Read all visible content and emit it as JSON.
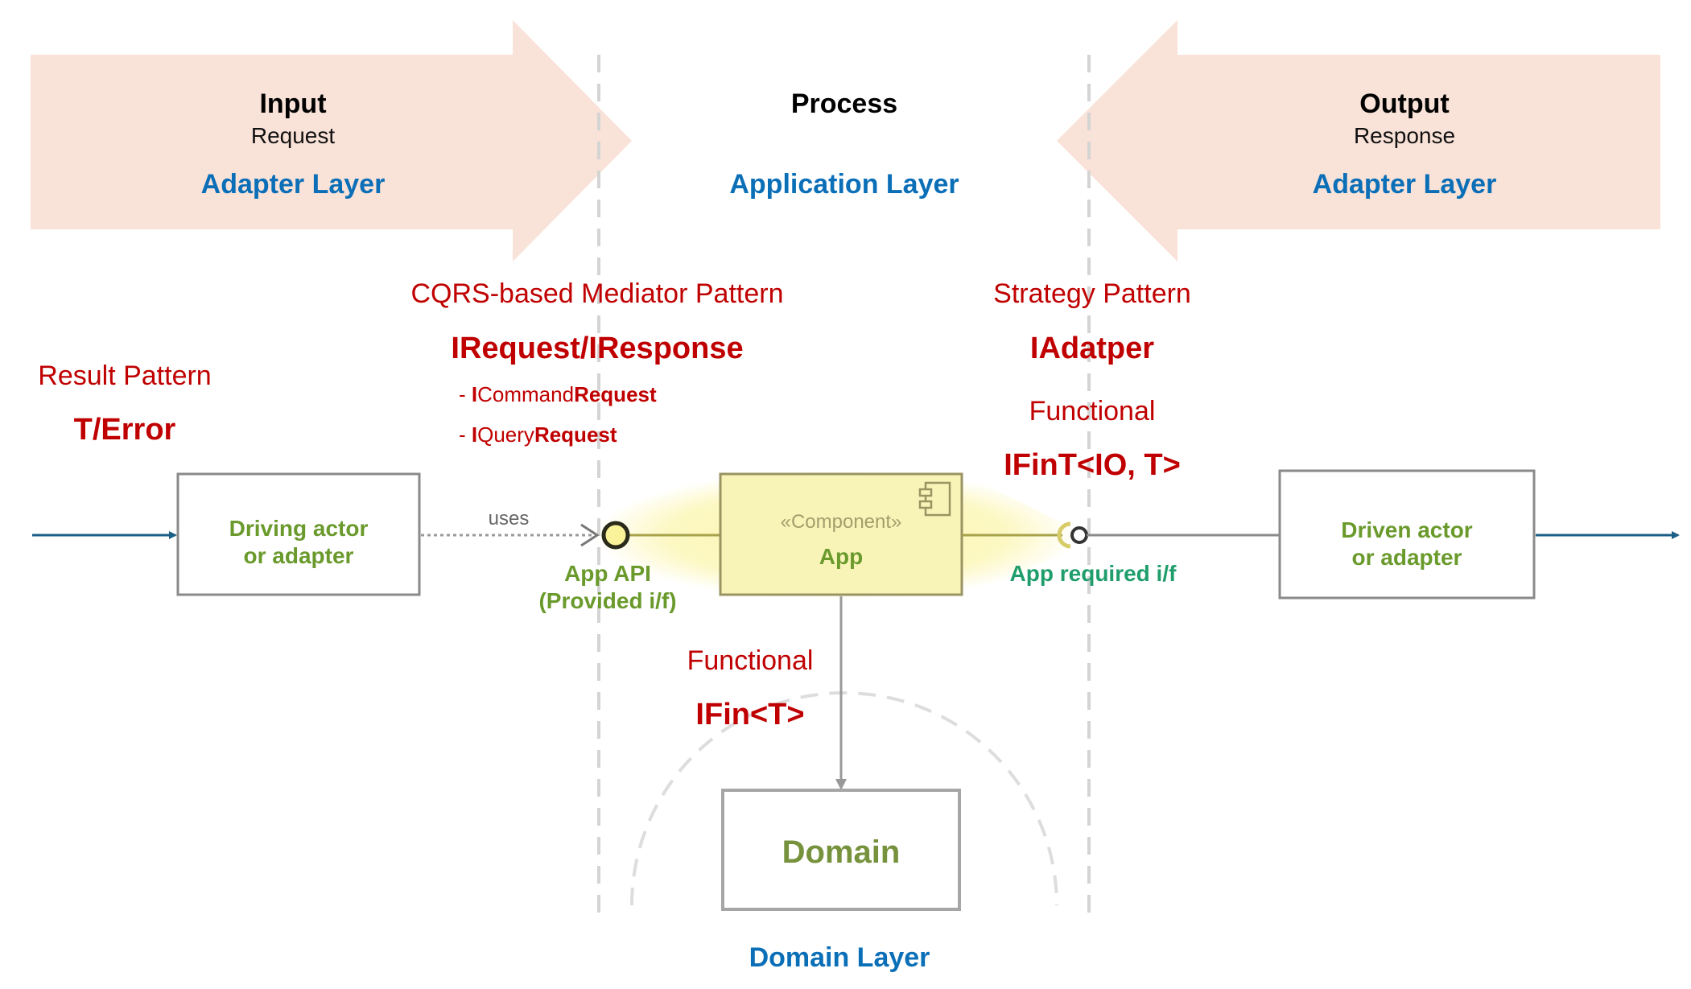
{
  "colors": {
    "arrow_fill": "#f9e2d8",
    "layer_blue": "#0b6fb8",
    "pattern_red": "#c00000",
    "actor_green": "#6a9a2c",
    "required_teal": "#1f9e6c",
    "component_fill": "#f8f4b8",
    "highlight_yellow": "#fbf39a",
    "flow_arrow": "#1b5e86",
    "domain_green": "#76923c",
    "divider_gray": "#d4d4d4"
  },
  "sections": {
    "input": {
      "title": "Input",
      "subtitle": "Request",
      "layer": "Adapter Layer"
    },
    "process": {
      "title": "Process",
      "layer": "Application Layer"
    },
    "output": {
      "title": "Output",
      "subtitle": "Response",
      "layer": "Adapter Layer"
    }
  },
  "patterns": {
    "result": {
      "label": "Result Pattern",
      "type": "T/Error"
    },
    "mediator": {
      "label": "CQRS-based Mediator Pattern",
      "type": "IRequest/IResponse",
      "items": [
        {
          "prefix": "- ",
          "head": "I",
          "middle": "Command",
          "tail": "Request"
        },
        {
          "prefix": "- ",
          "head": "I",
          "middle": "Query",
          "tail": "Request"
        }
      ]
    },
    "strategy": {
      "label": "Strategy Pattern",
      "type": "IAdatper",
      "functional_label": "Functional",
      "functional_type": "IFinT<IO, T>"
    },
    "domain_functional": {
      "label": "Functional",
      "type": "IFin<T>"
    }
  },
  "diagram": {
    "driving_actor": {
      "line1": "Driving actor",
      "line2": "or adapter"
    },
    "uses_label": "uses",
    "app_api": {
      "line1": "App API",
      "line2": "(Provided i/f)"
    },
    "component": {
      "stereotype": "«Component»",
      "name": "App"
    },
    "required_if": "App required i/f",
    "driven_actor": {
      "line1": "Driven actor",
      "line2": "or adapter"
    },
    "domain": {
      "name": "Domain",
      "layer": "Domain Layer"
    }
  }
}
